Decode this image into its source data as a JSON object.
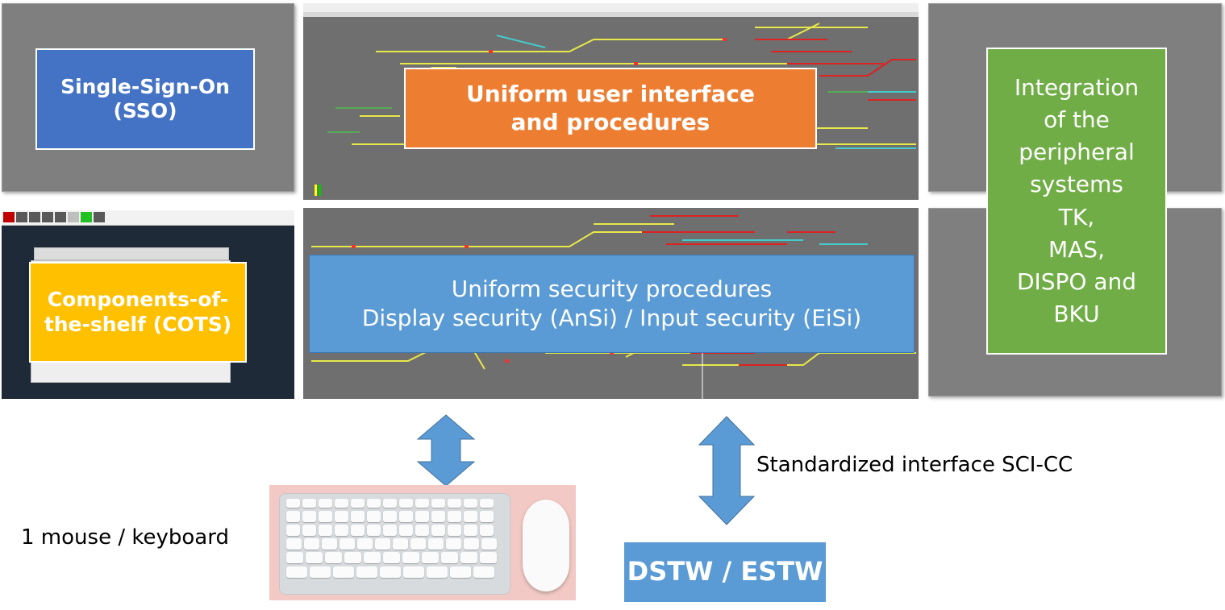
{
  "colors": {
    "sso_box": "#4472c4",
    "uniform_ui_box": "#ed7d31",
    "uniform_security_box": "#5b9bd5",
    "cots_box": "#ffc000",
    "integration_box": "#70ad47",
    "dstw_box": "#5b9bd5",
    "arrow": "#5b9bd5",
    "panel_grey": "#7f7f7f"
  },
  "boxes": {
    "sso": [
      "Single-Sign-On",
      "(SSO)"
    ],
    "uniform_ui": [
      "Uniform user interface",
      "and procedures"
    ],
    "uniform_security": [
      "Uniform security procedures",
      "Display security (AnSi) / Input security (EiSi)"
    ],
    "cots": [
      "Components-of-",
      "the-shelf (COTS)"
    ],
    "integration": [
      "Integration",
      "of the",
      "peripheral",
      "systems",
      "TK,",
      "MAS,",
      "DISPO and",
      "BKU"
    ],
    "dstw": "DSTW / ESTW"
  },
  "labels": {
    "mouse_keyboard": "1 mouse / keyboard",
    "interface": "Standardized interface SCI-CC"
  },
  "icons": [
    "double-arrow-icon",
    "keyboard-icon",
    "mouse-icon"
  ]
}
